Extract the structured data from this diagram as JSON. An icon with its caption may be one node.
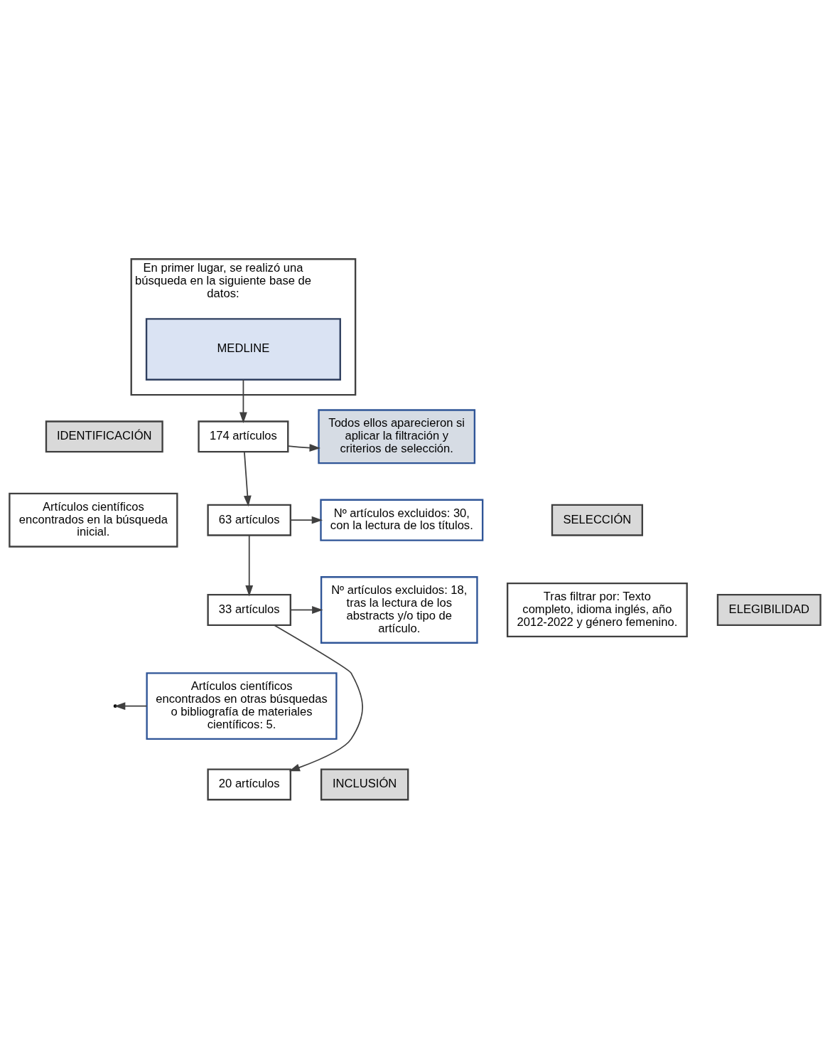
{
  "diagram": {
    "nodes": [
      {
        "text": [
          "En primer lugar, se realizó una búsqueda en la siguiente base de datos:"
        ]
      },
      {
        "text": [
          "MEDLINE"
        ],
        "in": 0
      },
      {
        "text": [
          "IDENTIFICACIÓN"
        ]
      },
      {
        "text": [
          "Artículos científicos encontrados en la búsqueda inicial."
        ]
      },
      {
        "text": [
          "174 artículos"
        ]
      },
      {
        "text": [
          "Todos ellos aparecieron si aplicar la filtración y criterios de selección."
        ]
      },
      {
        "text": [
          "SELECCIÓN"
        ]
      },
      {
        "text": [
          "Tras filtrar por: Texto completo, idioma inglés, año 2012-2022 y género femenino."
        ]
      },
      {
        "text": [
          "63 artículos"
        ]
      },
      {
        "text": [
          "Nº artículos excluidos: 30, con la lectura de los títulos."
        ]
      },
      {
        "text": [
          "ELEGIBILIDAD"
        ]
      },
      {
        "text": [
          "33 artículos"
        ]
      },
      {
        "text": [
          "Nº artículos excluidos: 18, tras la lectura de los abstracts y/o tipo de artículo."
        ]
      },
      {
        "text": [
          "Artículos científicos encontrados en otras búsquedas o bibliografía de materiales científicos: 5."
        ]
      },
      {
        "text": [
          "INCLUSIÓN"
        ]
      },
      {
        "text": [
          "20 artículos"
        ]
      }
    ],
    "edges": [
      {
        "from": 1,
        "to": 4,
        "arrow": "to"
      },
      {
        "from": 4,
        "to": 5,
        "arrow": "to"
      },
      {
        "from": 4,
        "to": 8,
        "arrow": "to"
      },
      {
        "from": 8,
        "to": 9,
        "arrow": "to"
      },
      {
        "from": 8,
        "to": 11,
        "arrow": "to"
      },
      {
        "from": 11,
        "to": 12,
        "arrow": "to"
      },
      {
        "from": 11,
        "to": 15,
        "arrow": "to"
      },
      {
        "from": 13,
        "to": null,
        "arrow": "to"
      }
    ]
  }
}
